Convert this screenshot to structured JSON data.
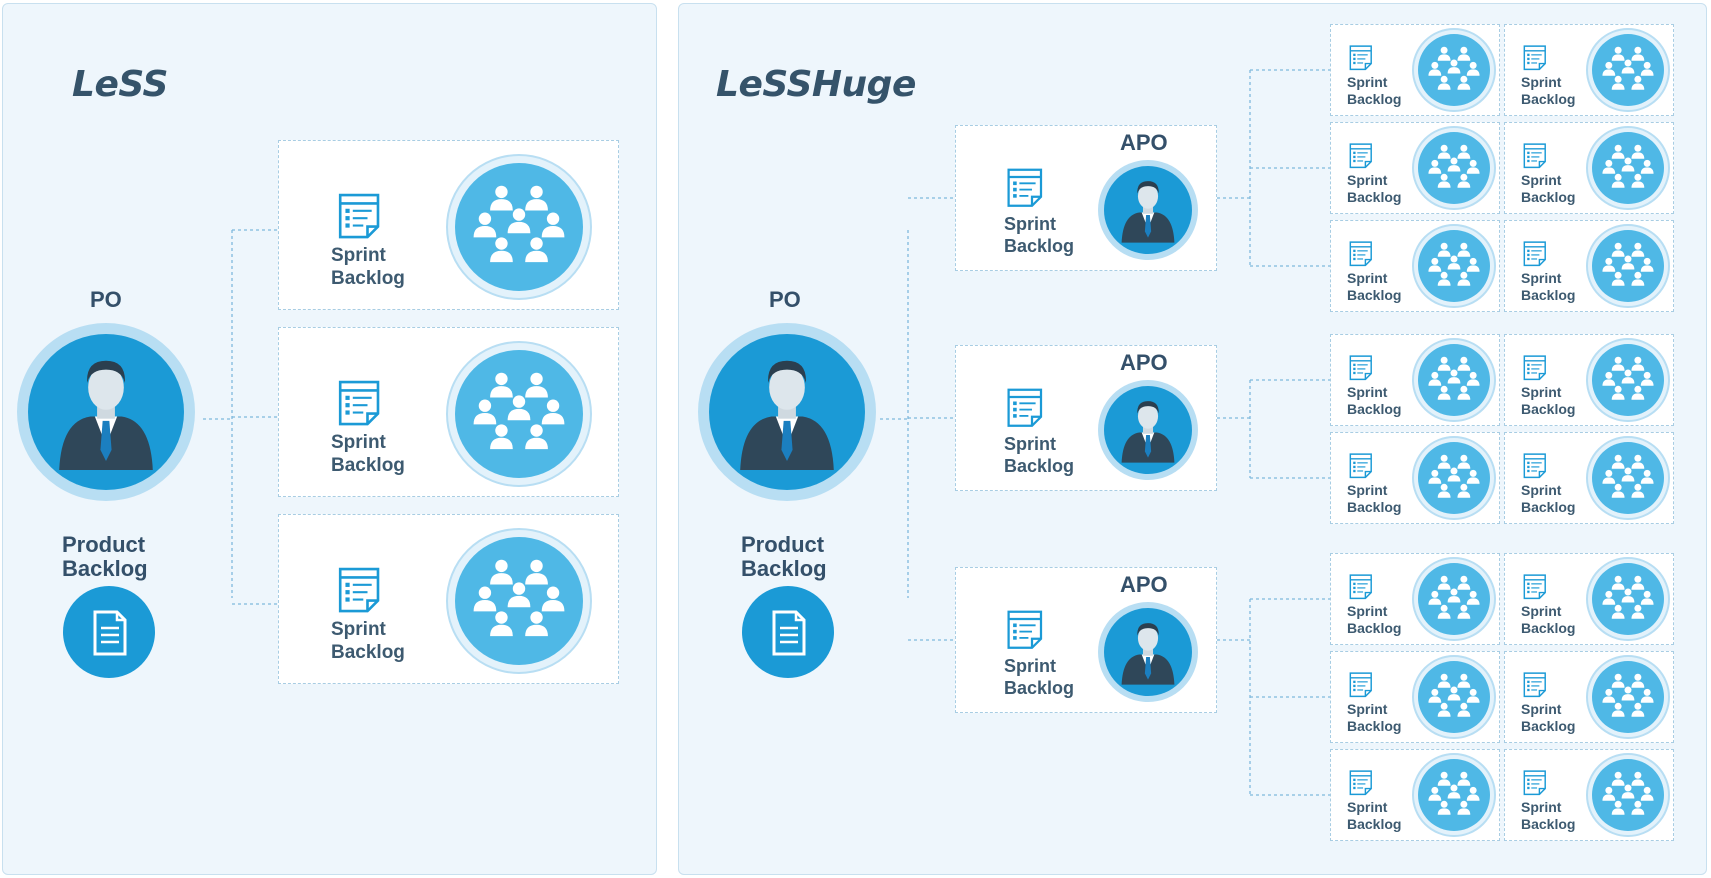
{
  "colors": {
    "primary": "#1b9ad6",
    "team_circle": "#4fb8e6",
    "ring": "#b8def3",
    "panel_bg": "#eef6fc",
    "dark_text": "#34506a"
  },
  "panels": {
    "less": {
      "title": "LeSS",
      "po_label": "PO",
      "product_backlog_line1": "Product",
      "product_backlog_line2": "Backlog",
      "teams": [
        {
          "line1": "Sprint",
          "line2": "Backlog"
        },
        {
          "line1": "Sprint",
          "line2": "Backlog"
        },
        {
          "line1": "Sprint",
          "line2": "Backlog"
        }
      ]
    },
    "lesshuge": {
      "title": "LeSSHuge",
      "po_label": "PO",
      "product_backlog_line1": "Product",
      "product_backlog_line2": "Backlog",
      "areas": [
        {
          "apo_label": "APO",
          "line1": "Sprint",
          "line2": "Backlog",
          "team_rows": 3
        },
        {
          "apo_label": "APO",
          "line1": "Sprint",
          "line2": "Backlog",
          "team_rows": 2
        },
        {
          "apo_label": "APO",
          "line1": "Sprint",
          "line2": "Backlog",
          "team_rows": 3
        }
      ],
      "team_label_line1": "Sprint",
      "team_label_line2": "Backlog"
    }
  },
  "icons": {
    "person": "businessman-icon",
    "team": "team-group-icon",
    "sprint_backlog": "checklist-icon",
    "product_backlog": "document-icon"
  }
}
